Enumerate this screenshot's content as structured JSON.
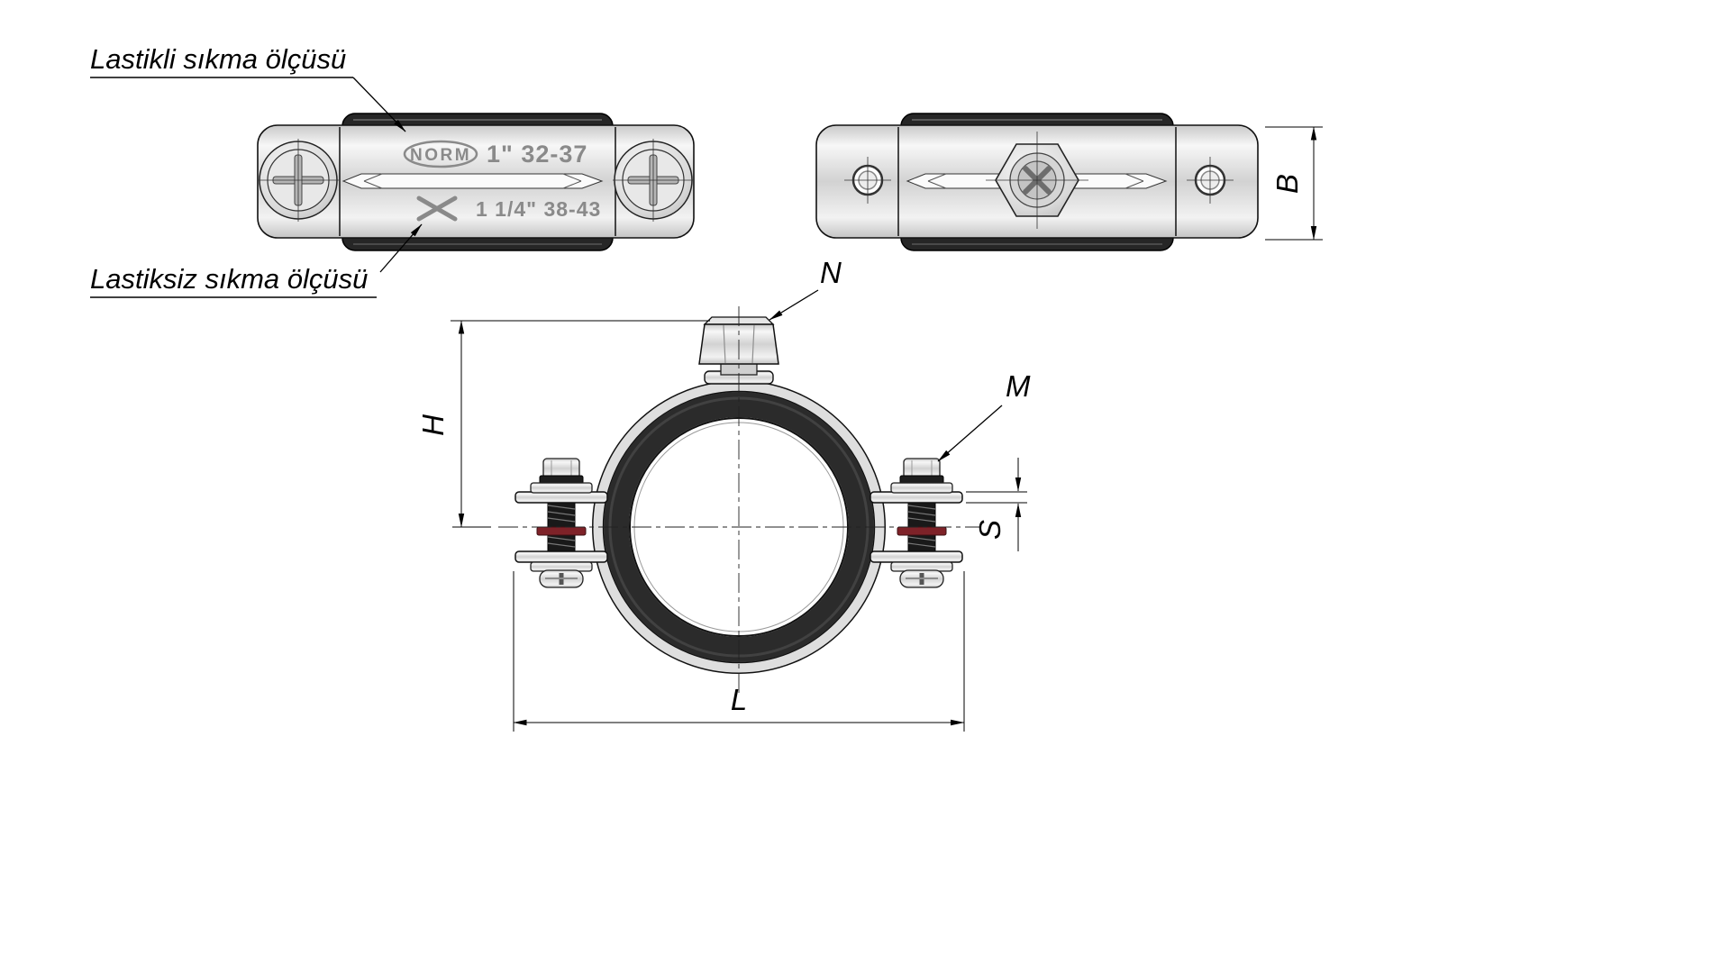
{
  "drawing": {
    "callouts": {
      "with_rubber": "Lastikli sıkma ölçüsü",
      "without_rubber": "Lastiksiz sıkma ölçüsü"
    },
    "stamp": {
      "brand": "NORM",
      "size_row_1": "1\" 32-37",
      "size_row_2": "1 1/4\" 38-43"
    },
    "dims": {
      "width": "B",
      "height": "H",
      "length": "L",
      "bolt": "M",
      "nut": "N",
      "thickness": "S"
    },
    "colors": {
      "rubber": "#2b2b2b",
      "metal_light": "#f2f2f2",
      "metal_mid": "#cfcfcf",
      "outline": "#111111",
      "stamp_gray": "#8a8a8a",
      "washer_red": "#7e2228"
    }
  }
}
